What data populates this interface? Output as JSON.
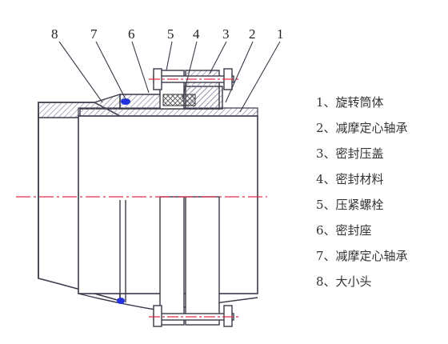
{
  "callouts": [
    "8",
    "7",
    "6",
    "5",
    "4",
    "3",
    "2",
    "1"
  ],
  "legend": [
    "1、旋转筒体",
    "2、减摩定心轴承",
    "3、密封压盖",
    "4、密封材料",
    "5、压紧螺栓",
    "6、密封座",
    "7、减摩定心轴承",
    "8、大小头"
  ],
  "colors": {
    "outline": "#3a3a4a",
    "hatch": "#8a8aa8",
    "centerline": "#e0304a",
    "accent": "#2233dd"
  }
}
